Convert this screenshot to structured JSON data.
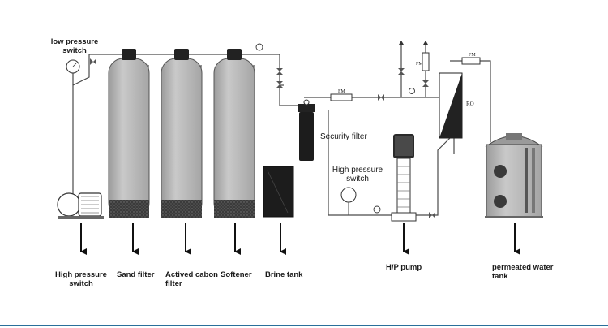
{
  "labels": {
    "low_pressure_switch": [
      "low pressure",
      "switch"
    ],
    "security_filter": "Security filter",
    "high_pressure_switch_top": [
      "High pressure",
      "switch"
    ],
    "high_pressure_switch_bottom": [
      "High pressure",
      "switch"
    ],
    "sand_filter": "Sand filter",
    "activated_carbon_filter": [
      "Actived cabon",
      "filter"
    ],
    "softener": "Softener",
    "brine_tank": "Brine tank",
    "hp_pump": "H/P pump",
    "permeated_water_tank": [
      "permeated water",
      "tank"
    ],
    "ro": "RO",
    "fm": "FM"
  },
  "colors": {
    "line": "#4a4a4a",
    "tank_fill": "#b9b9b9",
    "tank_dark": "#404040",
    "filter_black": "#1c1c1c",
    "bottom_rule": "#2a6f9a"
  }
}
